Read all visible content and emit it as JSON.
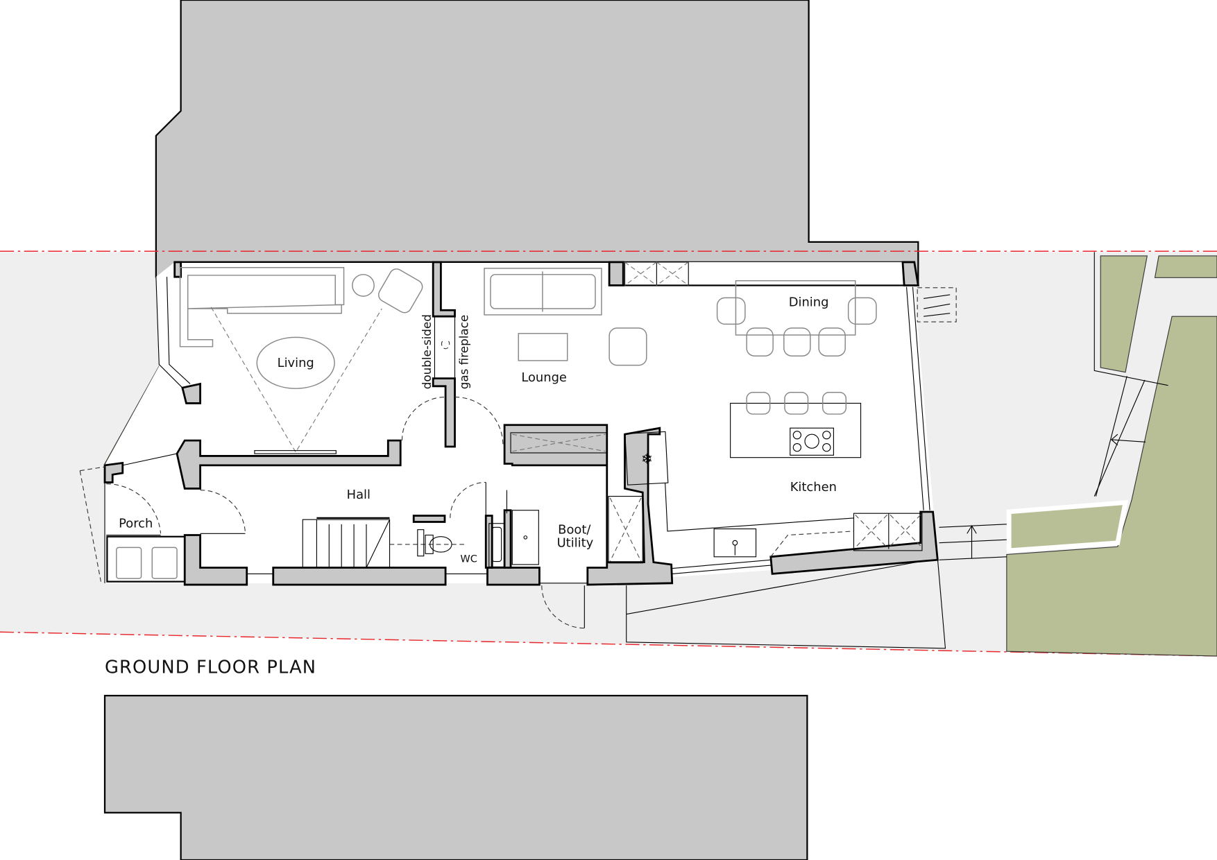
{
  "title": "GROUND FLOOR PLAN",
  "rooms": {
    "living": "Living",
    "lounge": "Lounge",
    "dining": "Dining",
    "kitchen": "Kitchen",
    "hall": "Hall",
    "porch": "Porch",
    "boot_utility_line1": "Boot/",
    "boot_utility_line2": "Utility",
    "wc": "WC"
  },
  "annotations": {
    "fireplace_left": "double-sided",
    "fireplace_right": "gas fireplace"
  },
  "colors": {
    "neighbour": "#c8c8c8",
    "site": "#efefef",
    "garden": "#b8bf97",
    "boundary": "#e8262b"
  }
}
